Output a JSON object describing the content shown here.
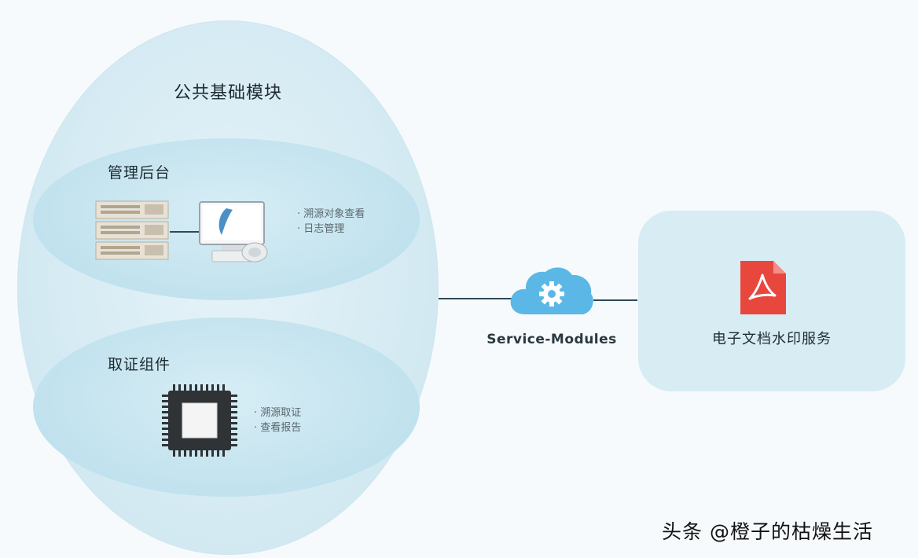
{
  "public_module": {
    "title": "公共基础模块"
  },
  "admin_backend": {
    "title": "管理后台",
    "bullets": [
      "溯源对象查看",
      "日志管理"
    ]
  },
  "forensic_component": {
    "title": "取证组件",
    "bullets": [
      "溯源取证",
      "查看报告"
    ]
  },
  "connector": {
    "label": "Service-Modules"
  },
  "service": {
    "name": "电子文档水印服务"
  },
  "watermark": {
    "text": "头条 @橙子的枯燥生活"
  },
  "icons": {
    "server": "server-rack-icon",
    "computer": "desktop-computer-icon",
    "chip": "chip-icon",
    "cloud": "cloud-gear-icon",
    "pdf": "pdf-file-icon"
  },
  "colors": {
    "outer_ellipse": "#d2e9f2",
    "inner_ellipse": "#bfe1ed",
    "cloud": "#5bb8e6",
    "pdf_red": "#e8473e",
    "line": "#2e4a57",
    "service_box": "#d8ecf4"
  }
}
